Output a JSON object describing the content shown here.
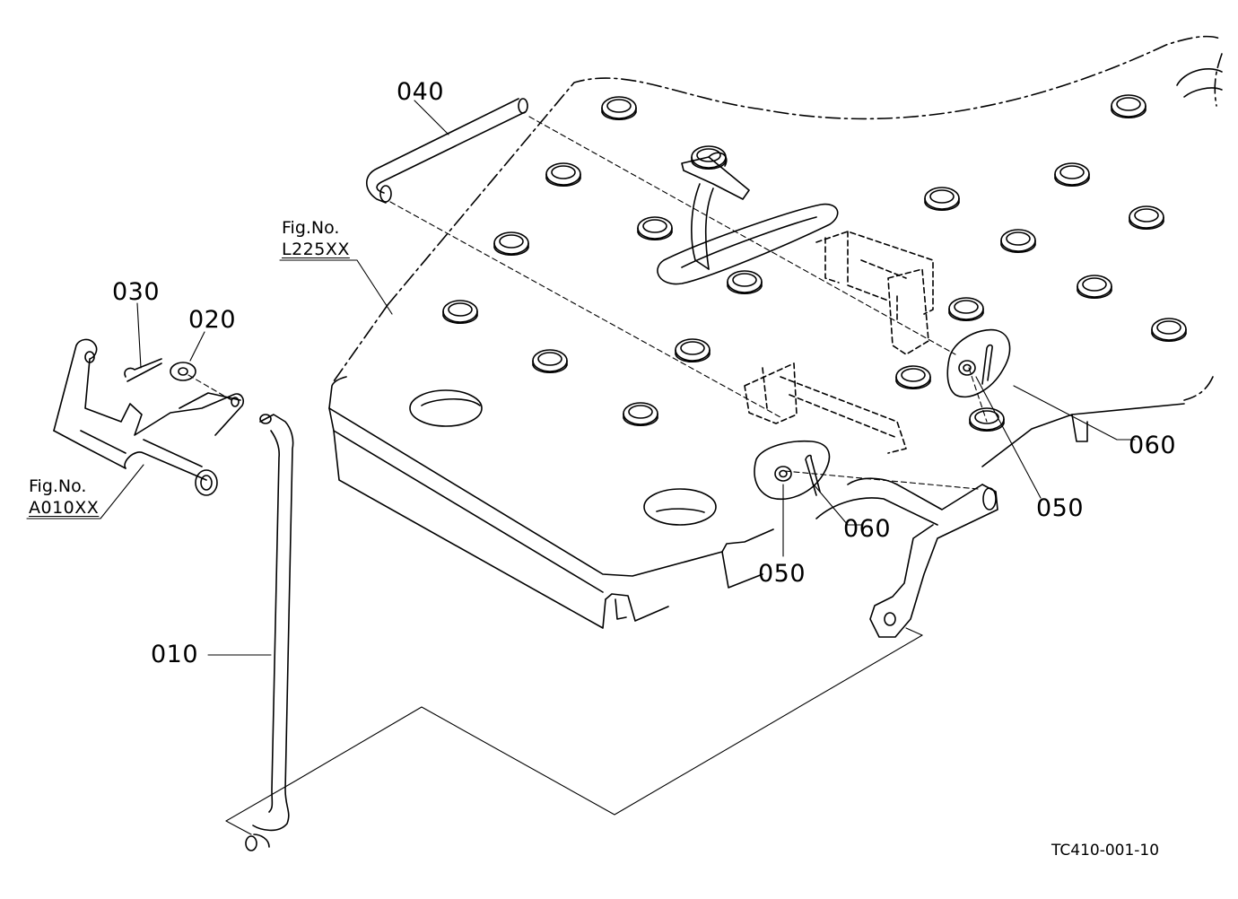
{
  "diagram": {
    "drawing_number": "TC410-001-10",
    "line_color": "#000000",
    "background": "#ffffff",
    "part_labels": [
      {
        "id": "010",
        "text": "010"
      },
      {
        "id": "020",
        "text": "020"
      },
      {
        "id": "030",
        "text": "030"
      },
      {
        "id": "040",
        "text": "040"
      },
      {
        "id": "050a",
        "text": "050"
      },
      {
        "id": "050b",
        "text": "050"
      },
      {
        "id": "060a",
        "text": "060"
      },
      {
        "id": "060b",
        "text": "060"
      }
    ],
    "figure_references": [
      {
        "title": "Fig.No.",
        "code": "L225XX"
      },
      {
        "title": "Fig.No.",
        "code": "A010XX"
      }
    ]
  }
}
